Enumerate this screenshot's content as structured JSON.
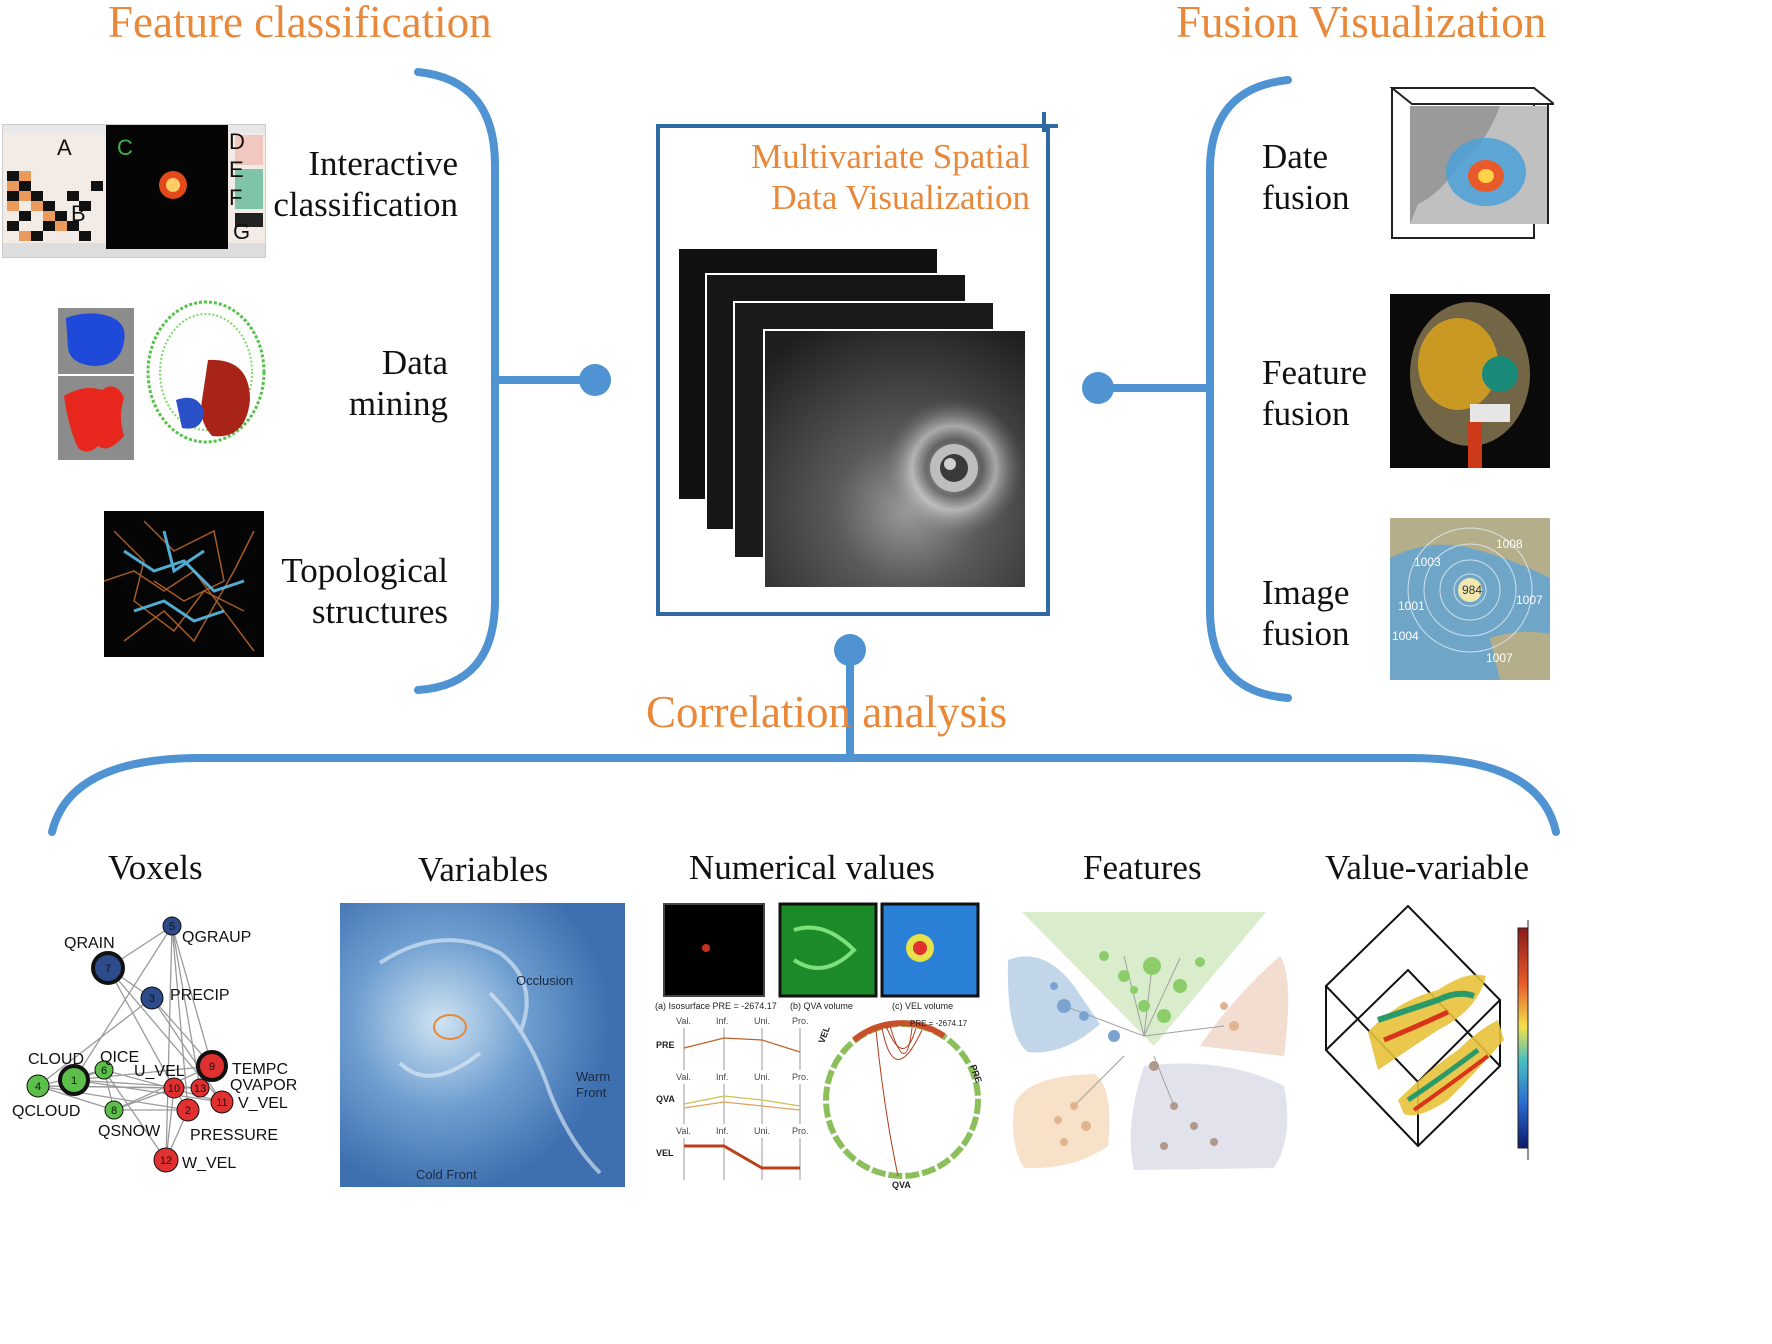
{
  "headings": {
    "feature_classification": "Feature classification",
    "fusion_visualization": "Fusion Visualization",
    "correlation_analysis": "Correlation analysis"
  },
  "center": {
    "title_line1": "Multivariate Spatial",
    "title_line2": "Data Visualization"
  },
  "left_items": [
    {
      "line1": "Interactive",
      "line2": "classification"
    },
    {
      "line1": "Data",
      "line2": "mining"
    },
    {
      "line1": "Topological",
      "line2": "structures"
    }
  ],
  "right_items": [
    {
      "line1": "Date",
      "line2": "fusion"
    },
    {
      "line1": "Feature",
      "line2": "fusion"
    },
    {
      "line1": "Image",
      "line2": "fusion"
    }
  ],
  "bottom_items": [
    "Voxels",
    "Variables",
    "Numerical values",
    "Features",
    "Value-variable"
  ],
  "classification_panel_letters": [
    "A",
    "B",
    "C",
    "D",
    "E",
    "F",
    "G"
  ],
  "voxel_graph": {
    "nodes": [
      {
        "id": "5",
        "label": "QGRAUP",
        "color": "#2d4a8a"
      },
      {
        "id": "7",
        "label": "QRAIN",
        "color": "#2d4a8a"
      },
      {
        "id": "3",
        "label": "PRECIP",
        "color": "#2d4a8a"
      },
      {
        "id": "1",
        "label": "CLOUD",
        "color": "#5cbf4a"
      },
      {
        "id": "6",
        "label": "QICE",
        "color": "#5cbf4a"
      },
      {
        "id": "4",
        "label": "QCLOUD",
        "color": "#5cbf4a"
      },
      {
        "id": "8",
        "label": "QSNOW",
        "color": "#5cbf4a"
      },
      {
        "id": "9",
        "label": "TEMPC",
        "color": "#e03030"
      },
      {
        "id": "10",
        "label": "U_VEL",
        "color": "#e03030"
      },
      {
        "id": "13",
        "label": "QVAPOR",
        "color": "#e03030"
      },
      {
        "id": "11",
        "label": "V_VEL",
        "color": "#e03030"
      },
      {
        "id": "2",
        "label": "PRESSURE",
        "color": "#e03030"
      },
      {
        "id": "12",
        "label": "W_VEL",
        "color": "#e03030"
      }
    ]
  },
  "variables_annotations": [
    "Occlusion",
    "Warm",
    "Front",
    "Cold Front"
  ],
  "numerical": {
    "captions": [
      "(a) Isosurface PRE = -2674.17",
      "(b) QVA volume",
      "(c) VEL volume"
    ],
    "axes_headers": [
      "Val.",
      "Inf.",
      "Uni.",
      "Pro."
    ],
    "rows": [
      "PRE",
      "QVA",
      "VEL"
    ],
    "chord_label": "PRE = -2674.17",
    "chord_axes": [
      "VEL",
      "PRE",
      "QVA"
    ]
  },
  "image_fusion_labels": [
    "1008",
    "1003",
    "984",
    "1001",
    "1007",
    "1004",
    "1007"
  ],
  "colors": {
    "accent_orange": "#e8883a",
    "connector_blue": "#4f93d2",
    "frame_blue": "#2f6aa3"
  }
}
